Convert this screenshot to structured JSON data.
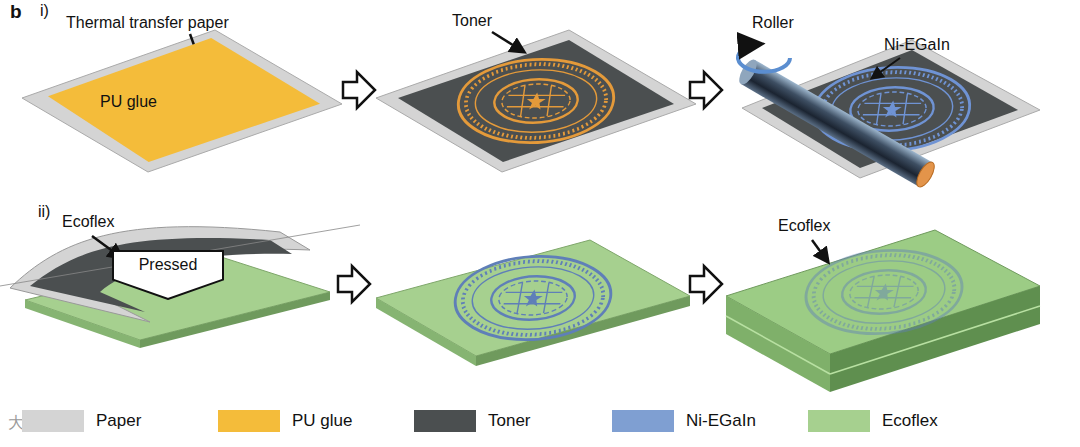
{
  "diagram": {
    "nodes": [
      {
        "text": [
          "PU glue"
        ]
      },
      {
        "text": [
          "Pressed"
        ]
      }
    ],
    "labels": [
      "b",
      "i)",
      "Thermal transfer paper",
      "Toner",
      "Roller",
      "Ni-EGaIn",
      "ii)",
      "Ecoflex",
      "Ecoflex",
      "大数跨境"
    ],
    "legend": [
      {
        "text": "Paper",
        "color": "#d4d4d4"
      },
      {
        "text": "PU glue",
        "color": "#f4bc3a"
      },
      {
        "text": "Toner",
        "color": "#4b4f50"
      },
      {
        "text": "Ni-EGaIn",
        "color": "#7f9fd2"
      },
      {
        "text": "Ecoflex",
        "color": "#a6d08f"
      }
    ]
  }
}
